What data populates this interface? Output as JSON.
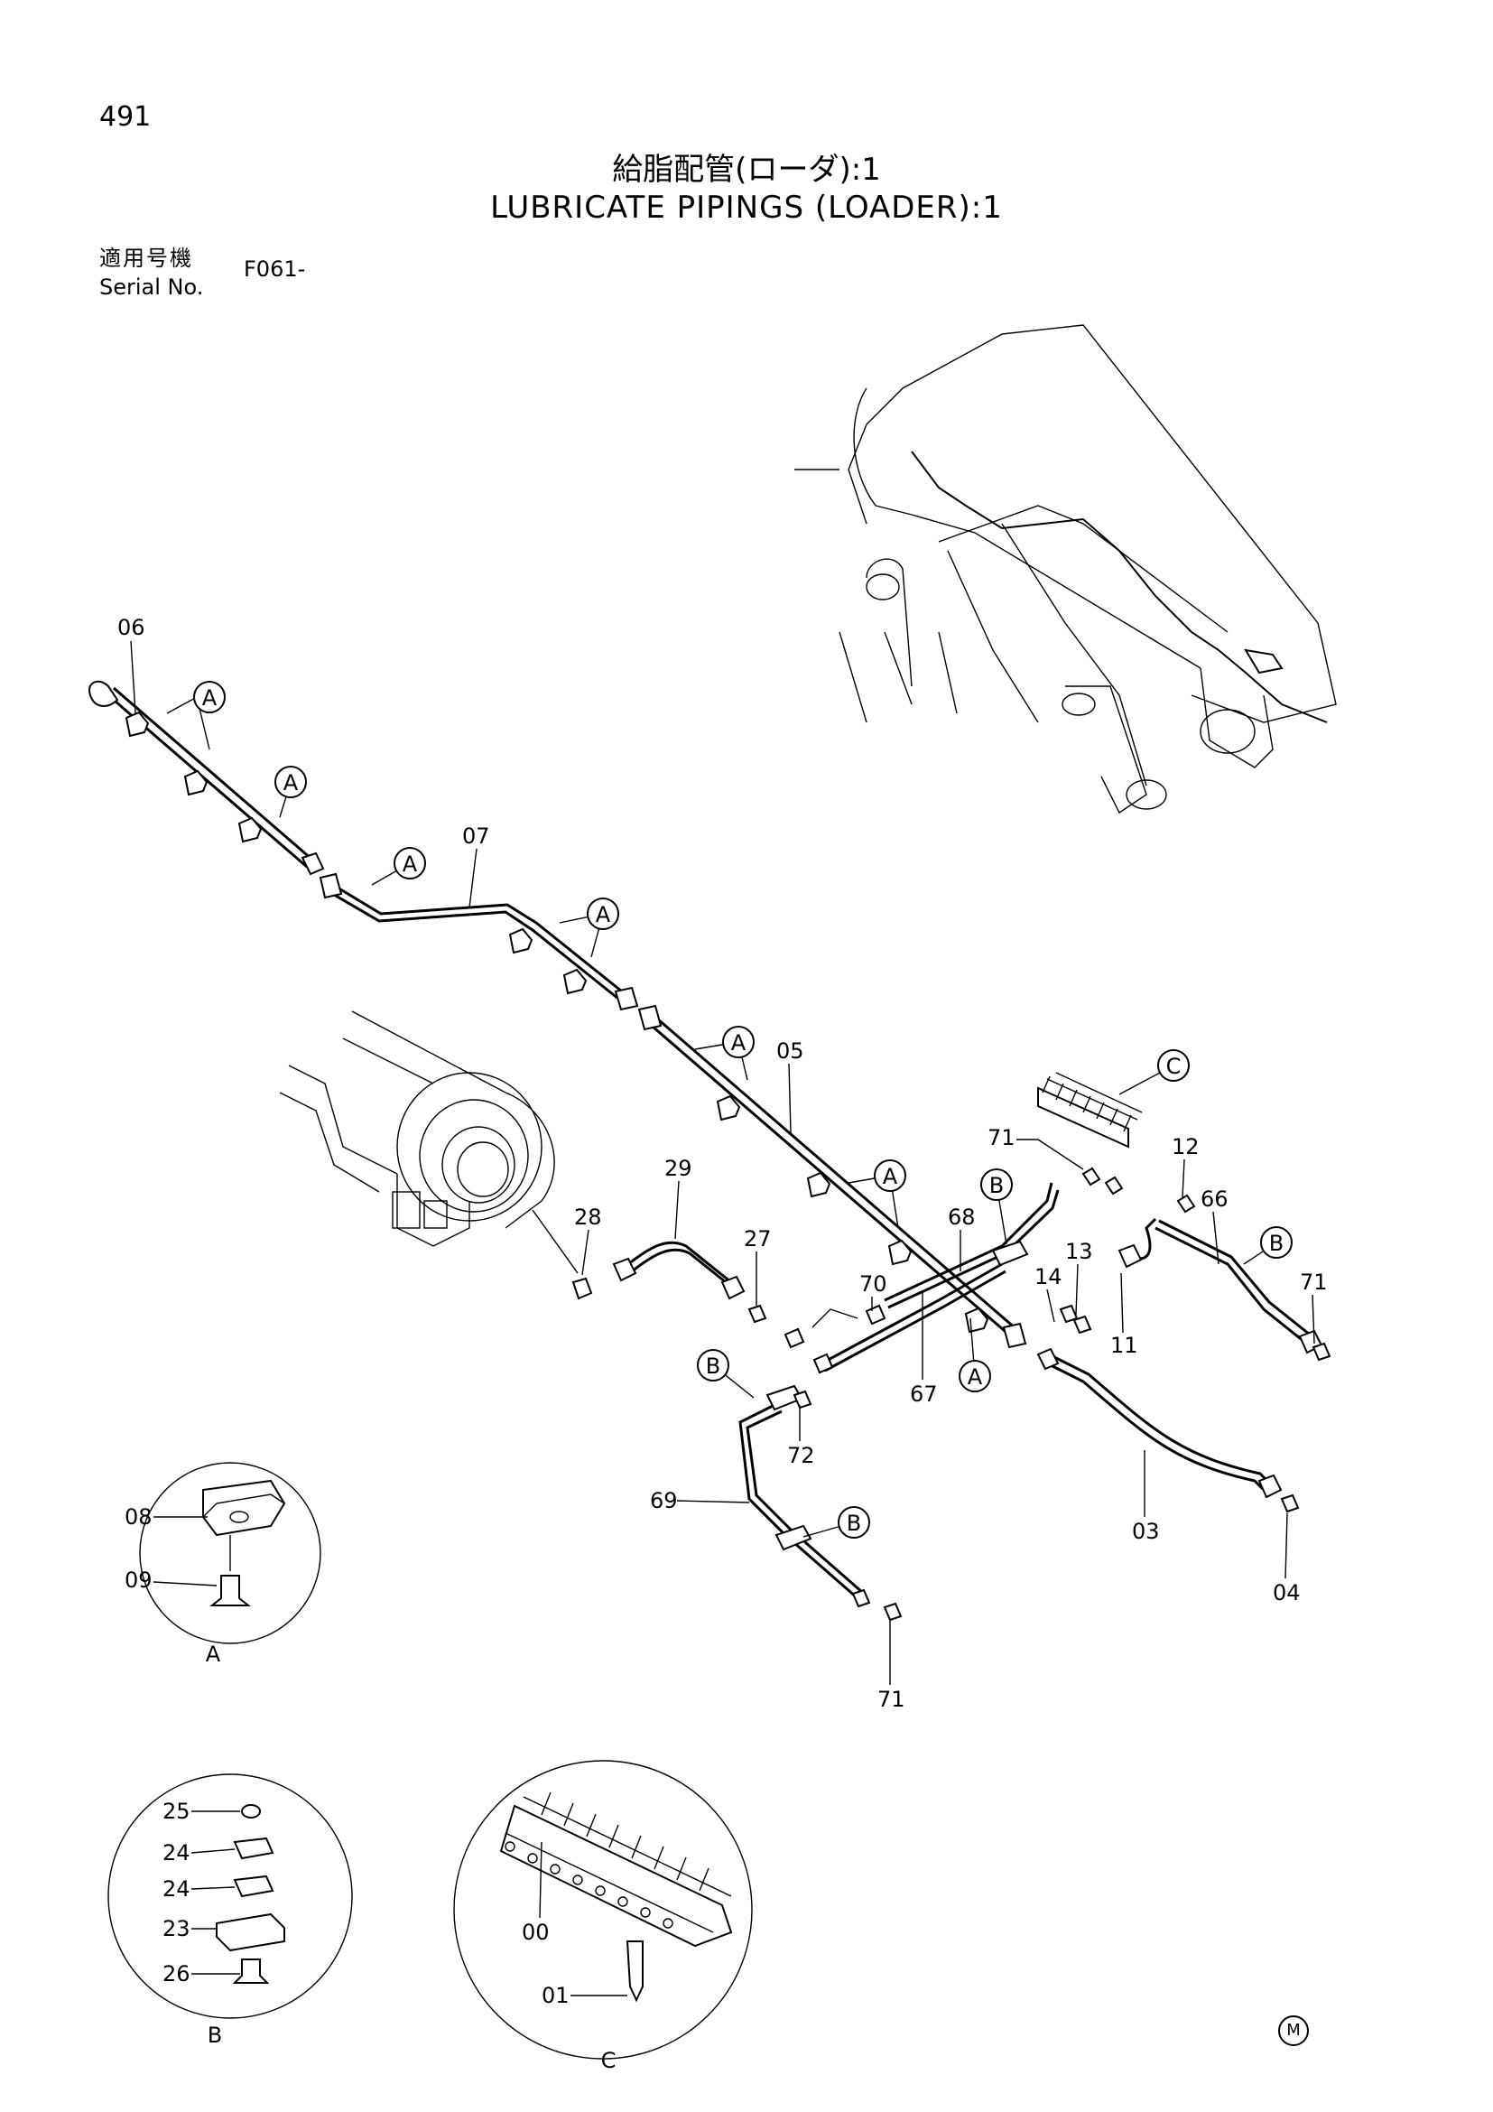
{
  "page": {
    "number": "491",
    "title_ja": "給脂配管(ローダ):1",
    "title_en": "LUBRICATE PIPINGS (LOADER):1",
    "serial_label_ja": "適用号機",
    "serial_label_en": "Serial No.",
    "serial_value": "F061-",
    "corner_mark": "M"
  },
  "callouts": {
    "a": "A",
    "b": "B",
    "c": "C"
  },
  "part_labels": {
    "p00": "00",
    "p01": "01",
    "p03": "03",
    "p04": "04",
    "p05": "05",
    "p06": "06",
    "p07": "07",
    "p08": "08",
    "p09": "09",
    "p11": "11",
    "p12": "12",
    "p13": "13",
    "p14": "14",
    "p23": "23",
    "p24": "24",
    "p25": "25",
    "p26": "26",
    "p27": "27",
    "p28": "28",
    "p29": "29",
    "p66": "66",
    "p67": "67",
    "p68": "68",
    "p69": "69",
    "p70": "70",
    "p71": "71",
    "p72": "72"
  },
  "detail_views": {
    "a": "A",
    "b": "B",
    "c": "C"
  }
}
